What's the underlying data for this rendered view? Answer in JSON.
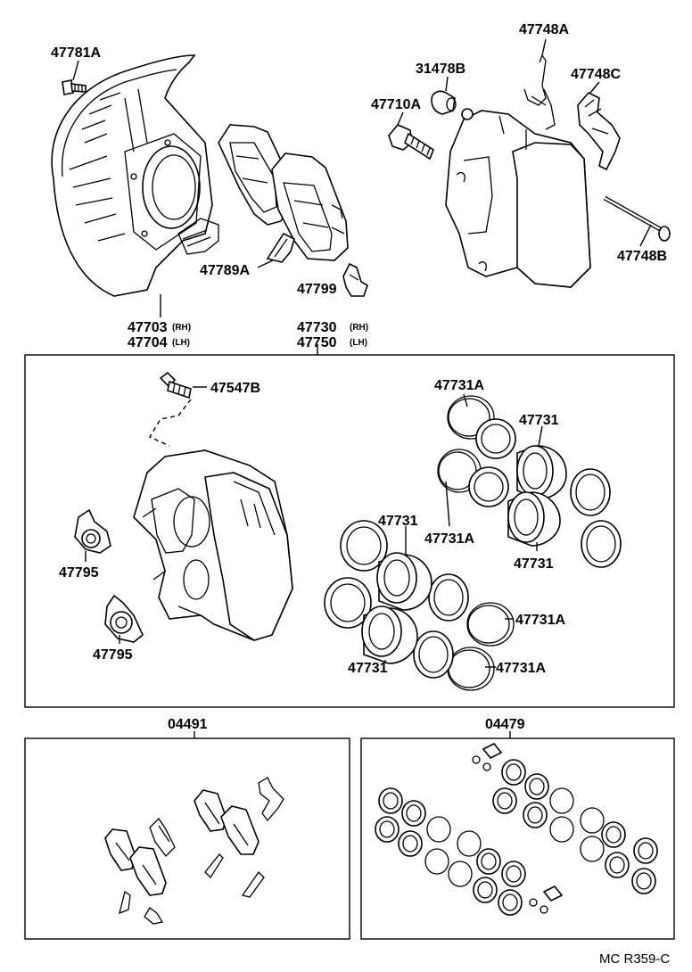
{
  "top": {
    "p47781A": "47781A",
    "p31478B": "31478B",
    "p47748A": "47748A",
    "p47748C": "47748C",
    "p47710A": "47710A",
    "p47748B": "47748B",
    "p47789A": "47789A",
    "p47799": "47799",
    "p47703": "47703",
    "p47703_side": "(RH)",
    "p47704": "47704",
    "p47704_side": "(LH)",
    "p47730": "47730",
    "p47730_side": "(RH)",
    "p47750": "47750",
    "p47750_side": "(LH)"
  },
  "assembly": {
    "p47547B": "47547B",
    "p47731A_1": "47731A",
    "p47731_1": "47731",
    "p47731A_2": "47731A",
    "p47731_2": "47731",
    "p47731_3": "47731",
    "p47731A_3": "47731A",
    "p47731_4": "47731",
    "p47731A_4": "47731A",
    "p47795_1": "47795",
    "p47795_2": "47795"
  },
  "kits": {
    "pad_kit": "04491",
    "seal_kit": "04479"
  },
  "footer": {
    "code": "MC R359-C"
  }
}
